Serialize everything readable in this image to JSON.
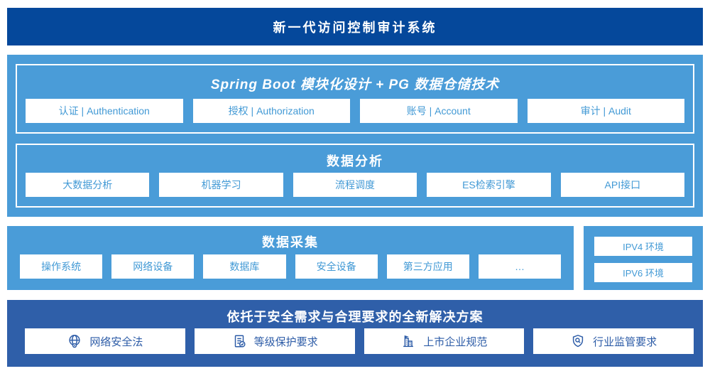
{
  "colors": {
    "header_bg": "#05489B",
    "block_bg": "#4A9CD8",
    "foundation_bg": "#2F5FA9",
    "module_text": "#4199D5",
    "foundation_text": "#2D5CA7"
  },
  "header": {
    "title": "新一代访问控制审计系统"
  },
  "platform": {
    "title": "Spring Boot 模块化设计 + PG 数据仓储技术",
    "modules": [
      "认证 | Authentication",
      "授权 | Authorization",
      "账号 | Account",
      "审计 | Audit"
    ]
  },
  "analysis": {
    "title": "数据分析",
    "modules": [
      "大数据分析",
      "机器学习",
      "流程调度",
      "ES检索引擎",
      "API接口"
    ]
  },
  "collection": {
    "title": "数据采集",
    "modules": [
      "操作系统",
      "网络设备",
      "数据库",
      "安全设备",
      "第三方应用",
      "…"
    ]
  },
  "environments": [
    "IPV4 环境",
    "IPV6 环境"
  ],
  "foundation": {
    "title": "依托于安全需求与合理要求的全新解决方案",
    "items": [
      {
        "icon": "globe-pin-icon",
        "label": "网络安全法"
      },
      {
        "icon": "document-check-icon",
        "label": "等级保护要求"
      },
      {
        "icon": "building-icon",
        "label": "上市企业规范"
      },
      {
        "icon": "shield-magnifier-icon",
        "label": "行业监管要求"
      }
    ]
  }
}
